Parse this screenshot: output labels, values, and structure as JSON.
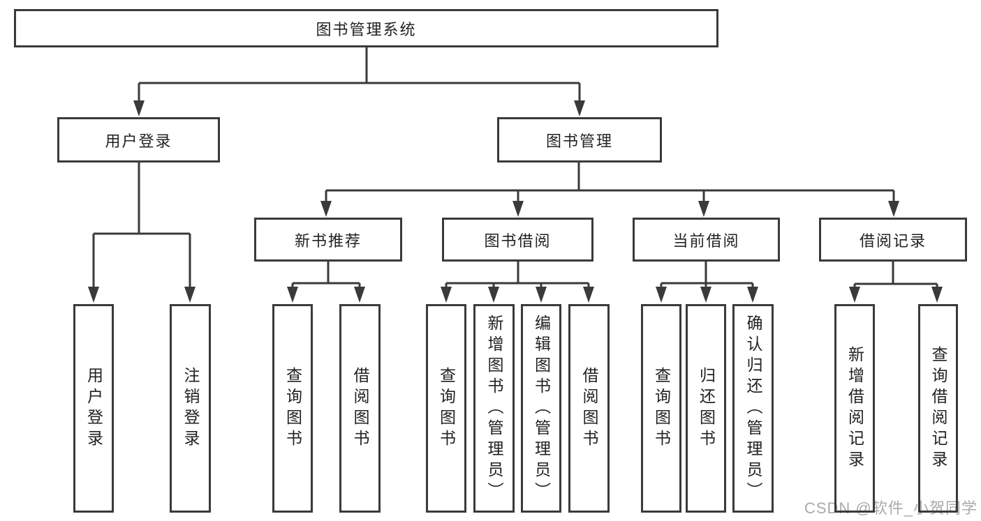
{
  "diagram": {
    "watermark": "CSDN @软件_小贺同学",
    "colors": {
      "line": "#3a3a3a",
      "text": "#222222",
      "watermark": "#aaaaaa",
      "background": "#ffffff"
    },
    "nodes": {
      "root": {
        "label": "图书管理系统"
      },
      "user_login": {
        "label": "用户登录"
      },
      "book_mgmt": {
        "label": "图书管理"
      },
      "new_books": {
        "label": "新书推荐"
      },
      "book_borrow": {
        "label": "图书借阅"
      },
      "current_borrow": {
        "label": "当前借阅"
      },
      "borrow_records": {
        "label": "借阅记录"
      },
      "ul_login": {
        "label": "用户登录"
      },
      "ul_logout": {
        "label": "注销登录"
      },
      "nb_query": {
        "label": "查询图书"
      },
      "nb_borrow": {
        "label": "借阅图书"
      },
      "bb_query": {
        "label": "查询图书"
      },
      "bb_add": {
        "label": "新增图书（管理员）"
      },
      "bb_edit": {
        "label": "编辑图书（管理员）"
      },
      "bb_borrow": {
        "label": "借阅图书"
      },
      "cb_query": {
        "label": "查询图书"
      },
      "cb_return": {
        "label": "归还图书"
      },
      "cb_confirm": {
        "label": "确认归还（管理员）"
      },
      "br_add": {
        "label": "新增借阅记录"
      },
      "br_query": {
        "label": "查询借阅记录"
      }
    }
  }
}
